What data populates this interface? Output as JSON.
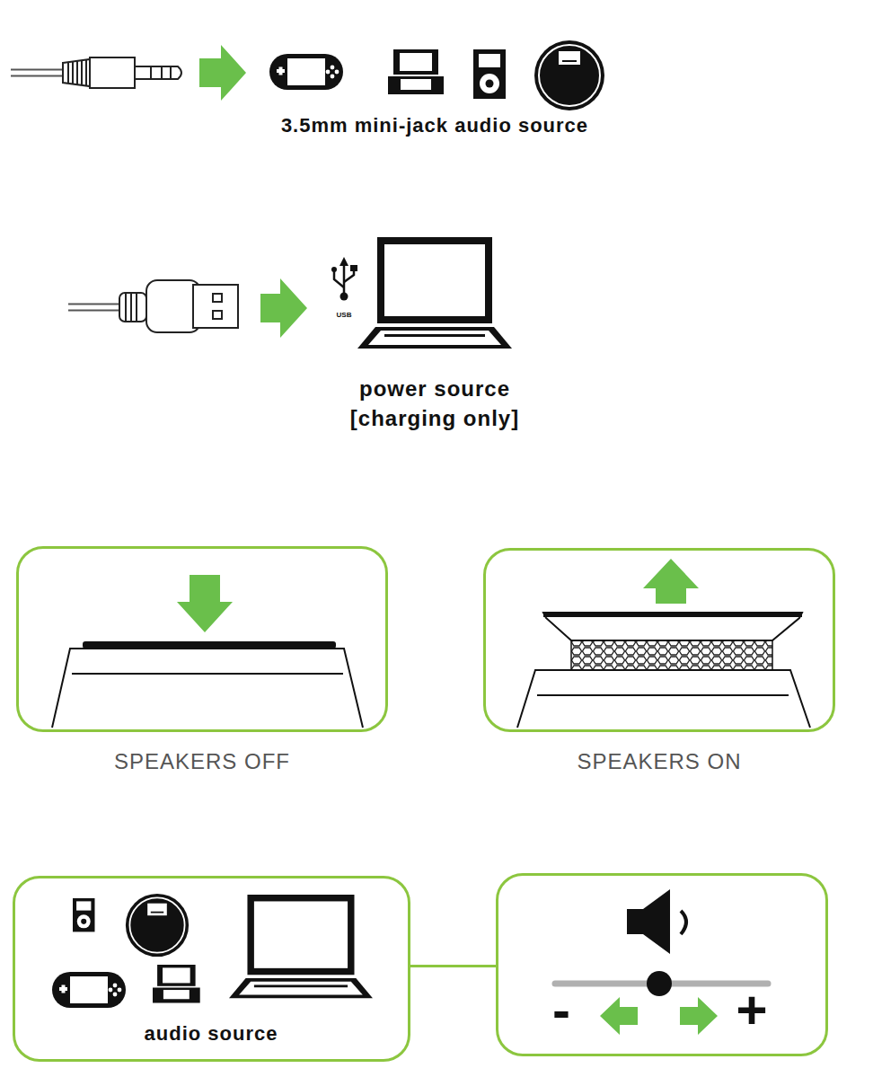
{
  "diagram": {
    "nodes": [
      {
        "text": [
          "SPEAKERS OFF"
        ]
      },
      {
        "text": [
          "SPEAKERS ON"
        ]
      },
      {
        "text": [
          "audio source"
        ]
      },
      {
        "text": [
          "-",
          "+"
        ]
      }
    ],
    "edges": [
      {
        "from": 2,
        "to": 3,
        "arrow": "none"
      }
    ],
    "labels": [
      "3.5mm mini-jack audio source",
      "USB",
      "power source",
      "[charging only]"
    ]
  }
}
